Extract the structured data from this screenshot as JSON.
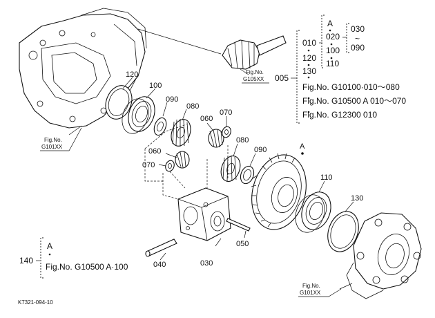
{
  "footer": {
    "drawing_id": "K7321-094-10"
  },
  "part_labels": {
    "p120": "120",
    "p100a": "100",
    "p090a": "090",
    "p080a": "080",
    "p060a": "060",
    "p070a": "070",
    "p080b": "080",
    "p090b": "090",
    "p060b": "060",
    "p070b": "070",
    "p110": "110",
    "p130": "130",
    "p040": "040",
    "p030": "030",
    "p050": "050",
    "pointA": "A"
  },
  "fig_refs": {
    "left_top": {
      "title": "Fig.No.",
      "code": "G101XX"
    },
    "pinion": {
      "title": "Fig.No.",
      "code": "G105XX"
    },
    "right_bottom": {
      "title": "Fig.No.",
      "code": "G101XX"
    }
  },
  "legend_005": {
    "number": "005",
    "items": [
      "010",
      "120",
      "130"
    ],
    "sub_a": "A",
    "sub_items": [
      "020",
      "100",
      "110"
    ],
    "sub_sub": [
      "030",
      "~",
      "090"
    ],
    "refs": [
      "Fig.No.  G10100·010～080",
      "Fig.No.  G10500  A  010～070",
      "Fig.No.  G12300  010"
    ]
  },
  "legend_140": {
    "number": "140",
    "a": "A",
    "ref": "Fig.No.  G10500  A·100"
  }
}
